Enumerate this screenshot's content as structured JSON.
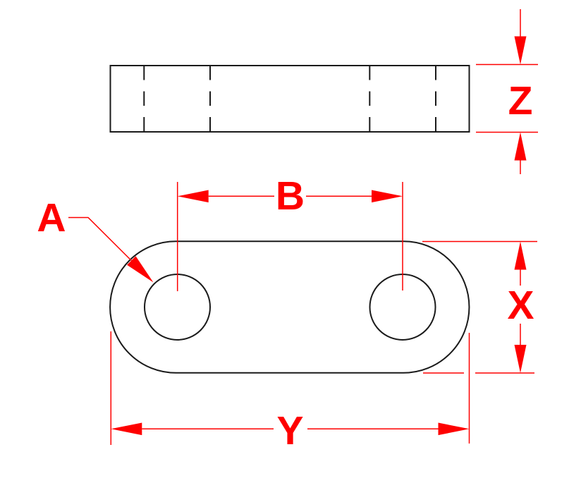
{
  "drawing": {
    "colors": {
      "dimension_red": "#fe0000",
      "outline_black": "#1a1a1a",
      "background": "#ffffff"
    },
    "dimension_labels": {
      "hole_callout": "A",
      "hole_spacing": "B",
      "plate_width": "X",
      "plate_length": "Y",
      "plate_thickness": "Z"
    }
  }
}
